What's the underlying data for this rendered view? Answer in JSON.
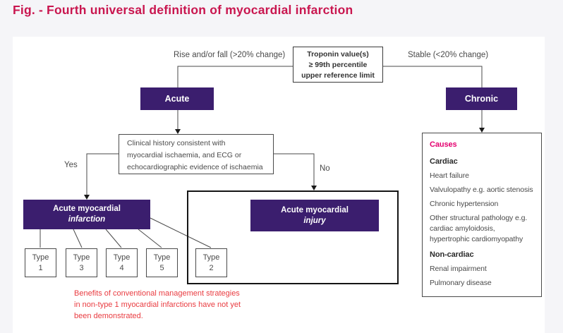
{
  "page": {
    "title": "Fig. - Fourth universal definition of myocardial infarction"
  },
  "colors": {
    "title_accent": "#c9164f",
    "node_purple": "#3b1e6e",
    "causes_heading_pink": "#e4006f",
    "note_red": "#e93c41",
    "line_gray": "#4a4a4a",
    "panel_bg": "#ffffff",
    "outer_bg": "#f5f5f8"
  },
  "flowchart": {
    "troponin_box": {
      "line1": "Troponin value(s)",
      "line2": "≥ 99th percentile",
      "line3": "upper reference limit"
    },
    "branch_left_label": "Rise and/or fall (>20% change)",
    "branch_right_label": "Stable (<20% change)",
    "acute_label": "Acute",
    "chronic_label": "Chronic",
    "clinical_box": {
      "line1": "Clinical history consistent with",
      "line2": "myocardial ischaemia, and ECG or",
      "line3": "echocardiographic evidence of ischaemia"
    },
    "yes_label": "Yes",
    "no_label": "No",
    "infarction_box": {
      "line1": "Acute myocardial",
      "line2": "infarction"
    },
    "injury_box": {
      "line1": "Acute myocardial",
      "line2": "injury"
    },
    "types": [
      {
        "word": "Type",
        "num": "1"
      },
      {
        "word": "Type",
        "num": "3"
      },
      {
        "word": "Type",
        "num": "4"
      },
      {
        "word": "Type",
        "num": "5"
      },
      {
        "word": "Type",
        "num": "2"
      }
    ],
    "note_lines": [
      "Benefits of conventional management strategies",
      "in non-type 1 myocardial infarctions have not yet",
      "been demonstrated."
    ],
    "causes": {
      "heading": "Causes",
      "cardiac_title": "Cardiac",
      "cardiac_items": [
        "Heart failure",
        "Valvulopathy e.g. aortic stenosis",
        "Chronic hypertension",
        "Other structural pathology e.g. cardiac amyloidosis, hypertrophic cardiomyopathy"
      ],
      "noncardiac_title": "Non-cardiac",
      "noncardiac_items": [
        "Renal impairment",
        "Pulmonary disease"
      ]
    }
  }
}
